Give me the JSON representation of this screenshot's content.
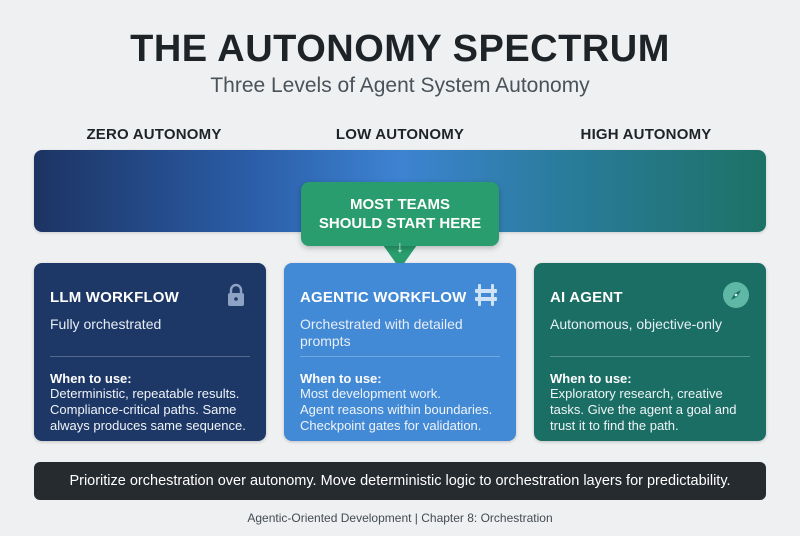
{
  "title": "THE AUTONOMY SPECTRUM",
  "subtitle": "Three Levels of Agent System Autonomy",
  "levels": [
    "ZERO AUTONOMY",
    "LOW AUTONOMY",
    "HIGH AUTONOMY"
  ],
  "callout": {
    "line1": "MOST TEAMS",
    "line2": "SHOULD START HERE",
    "arrow": "↓"
  },
  "cards": [
    {
      "title": "LLM WORKFLOW",
      "subtitle": "Fully orchestrated",
      "when_label": "When to use:",
      "description": "Deterministic, repeatable results.\nCompliance-critical paths. Same\nalways produces same sequence.",
      "icon": "lock-icon",
      "color": "#1d3766"
    },
    {
      "title": "AGENTIC WORKFLOW",
      "subtitle": "Orchestrated with\ndetailed prompts",
      "when_label": "When to use:",
      "description": "Most development work.\nAgent reasons within boundaries.\nCheckpoint gates for validation.",
      "icon": "barrier-icon",
      "color": "#4289d6"
    },
    {
      "title": "AI AGENT",
      "subtitle": "Autonomous, objective-only",
      "when_label": "When to use:",
      "description": "Exploratory research, creative\ntasks. Give the agent a goal and\ntrust it to find the path.",
      "icon": "compass-icon",
      "color": "#1a6e63"
    }
  ],
  "footer": "Prioritize orchestration over autonomy. Move deterministic logic to orchestration layers for predictability.",
  "caption": "Agentic-Oriented Development | Chapter 8: Orchestration",
  "colors": {
    "accent_green": "#2a9d6e",
    "dark_blue": "#1d3766",
    "mid_blue": "#4289d6",
    "teal": "#1a6e63"
  }
}
